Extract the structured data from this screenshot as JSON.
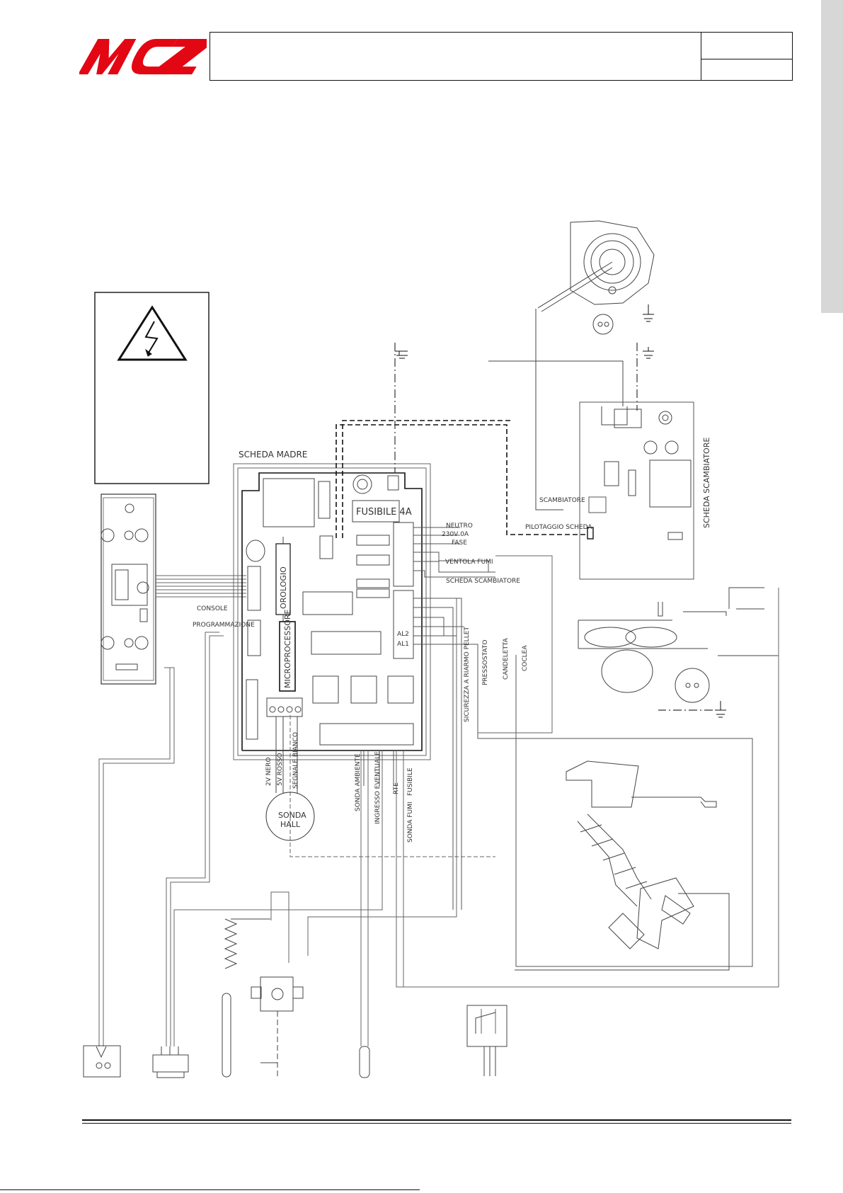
{
  "logo": {
    "text": "MCZ",
    "color": "#e30613"
  },
  "labels": {
    "scheda_madre": "SCHEDA MADRE",
    "fusibile": "FUSIBILE 4A",
    "orologio": "OROLOGIO",
    "microprocessore": "MICROPROCESSORE",
    "console": "CONSOLE",
    "programmazione": "PROGRAMMAZIONE",
    "neutro": "NEUTRO",
    "voltage": "230V 0A",
    "fase": "FASE",
    "ventola_fumi": "VENTOLA FUMI",
    "scheda_scambiatore_term": "SCHEDA SCAMBIATORE",
    "scambiatore": "SCAMBIATORE",
    "pilotaggio_scheda": "PILOTAGGIO SCHEDA",
    "scheda_scambiatore_board": "SCHEDA SCAMBIATORE",
    "al2": "AL2",
    "al1": "AL1",
    "sicurezza": "SICUREZZA A RIARMO PELLET",
    "pressostato": "PRESSOSTATO",
    "candeletta": "CANDELETTA",
    "coclea": "COCLEA",
    "hall_wires": [
      "2V NERO",
      "5V ROSSO",
      "SEGNALE BIANCO"
    ],
    "sonda_hall": [
      "SONDA",
      "HALL"
    ],
    "sonda_ambiente": "SONDA AMBIENTE",
    "ingresso": "INGRESSO EVENTUALE",
    "rs_terms": [
      "RTE",
      "FUSIBILE"
    ],
    "sonda_fumi": "SONDA FUMI"
  }
}
